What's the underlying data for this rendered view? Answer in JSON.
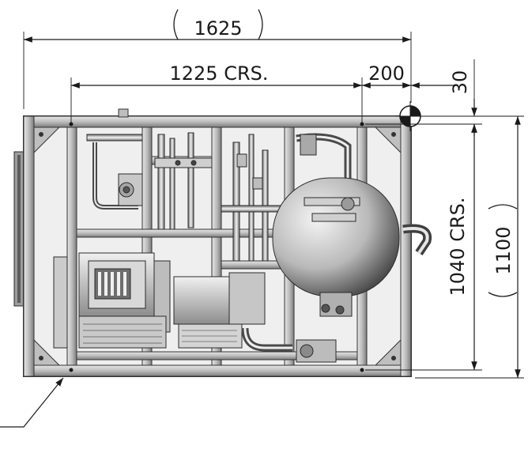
{
  "dimensions": {
    "overall_width": "1625",
    "crs_width": "1225 CRS.",
    "offset_right": "200",
    "offset_top": "30",
    "crs_depth": "1040 CRS.",
    "overall_depth": "1100"
  },
  "colors": {
    "line": "#1a1a1a",
    "frame_fill": "#cfcfcf",
    "frame_dark": "#8a8a8a",
    "vessel_light": "#f2f2f2",
    "vessel_dark": "#3a3a3a"
  }
}
